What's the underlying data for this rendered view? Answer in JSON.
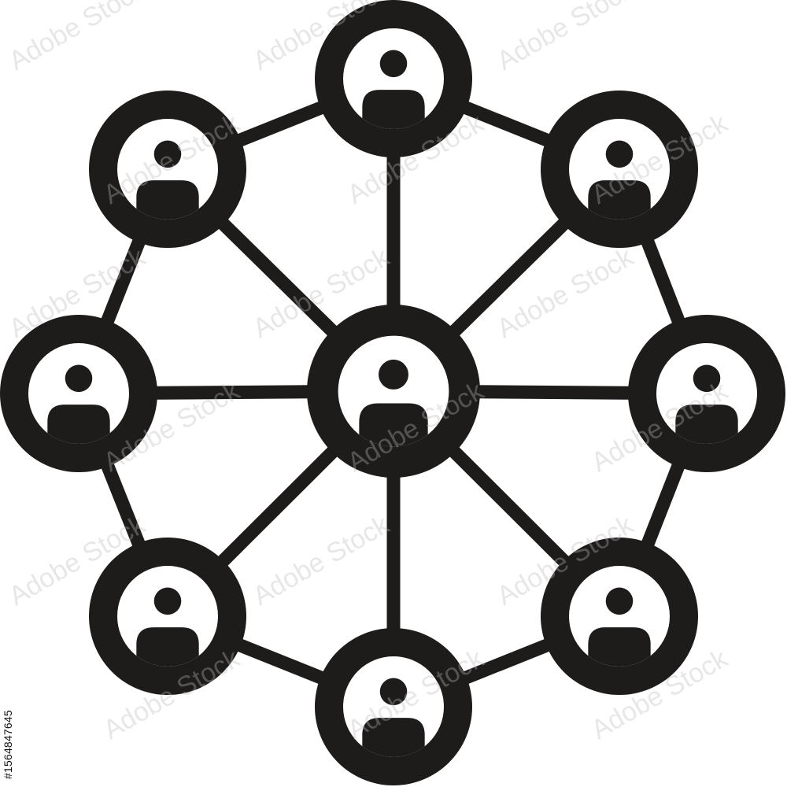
{
  "figure": {
    "icon": "people-network-icon",
    "description_free": true,
    "node_count": 9,
    "hub_count": 1,
    "colors": {
      "ink": "#1e1b1b",
      "background": "#ffffff",
      "watermark": "#b9b9b9"
    }
  },
  "watermark": {
    "brand_text": "Adobe Stock",
    "asset_id": "#1564847645"
  }
}
